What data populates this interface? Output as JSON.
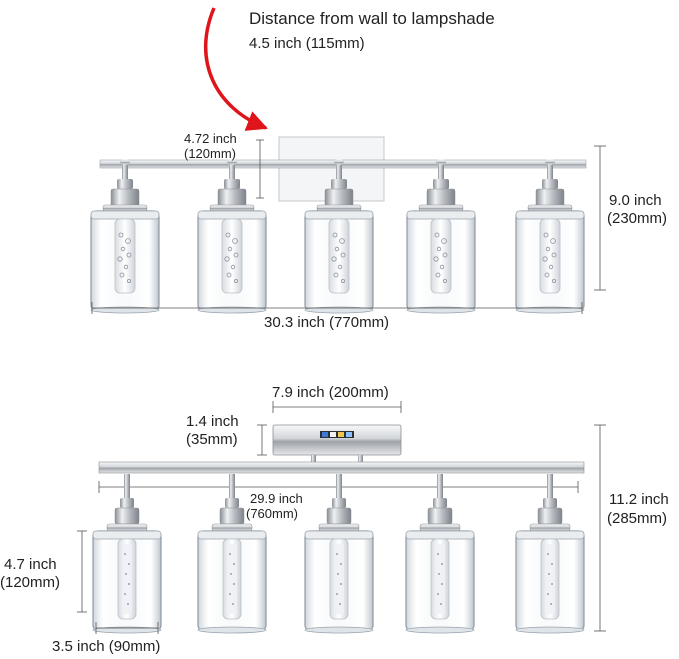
{
  "top_view": {
    "annotation_line1": "Distance from wall to lampshade",
    "annotation_line2": "4.5 inch (115mm)",
    "arm_height_in": "4.72 inch",
    "arm_height_mm": "(120mm)",
    "height_in": "9.0 inch",
    "height_mm": "(230mm)",
    "width": "30.3 inch (770mm)"
  },
  "bottom_view": {
    "plate_width": "7.9 inch (200mm)",
    "plate_height_in": "1.4 inch",
    "plate_height_mm": "(35mm)",
    "bar_length_in": "29.9 inch",
    "bar_length_mm": "(760mm)",
    "total_height_in": "11.2 inch",
    "total_height_mm": "(285mm)",
    "shade_height_in": "4.7 inch",
    "shade_height_mm": "(120mm)",
    "shade_width": "3.5 inch (90mm)"
  },
  "colors": {
    "arrow": "#e0151b",
    "chrome": "#c9ccd0",
    "glass": "#b8c2cc",
    "dimension_line": "#555555"
  }
}
